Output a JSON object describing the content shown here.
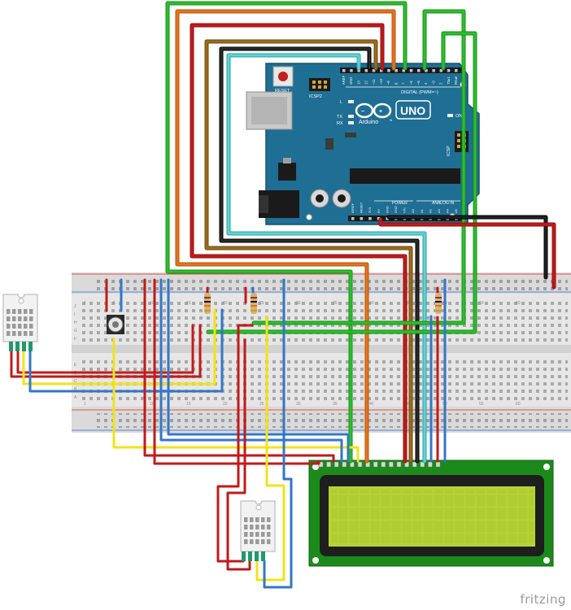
{
  "arduino": {
    "reset_label": "RESET",
    "icsp2_label": "ICSP2",
    "icsp_label": "ICSP",
    "logo_text": "UNO",
    "brand_text": "Arduino",
    "tm": "™",
    "digital_label": "DIGITAL (PWM=~)",
    "power_label": "POWER",
    "analog_label": "ANALOG IN",
    "l_label": "L",
    "tx_label": "TX",
    "rx_label": "RX",
    "on_label": "ON",
    "header_top": [
      "AREF",
      "GND",
      "13",
      "12",
      "~11",
      "~10",
      "~9",
      "8",
      "7",
      "~6",
      "~5",
      "4",
      "~3",
      "2",
      "TX▸1",
      "RX◂0"
    ],
    "header_bottom": [
      "IOREF",
      "RESET",
      "3V3",
      "5V",
      "GND",
      "GND",
      "VIN",
      "A0",
      "A1",
      "A2",
      "A3",
      "A4",
      "A5"
    ]
  },
  "breadboard": {
    "col_labels": [
      "1",
      "5",
      "10",
      "15",
      "20",
      "25",
      "30",
      "35",
      "40",
      "45",
      "50",
      "55",
      "60"
    ],
    "row_labels_top": [
      "J",
      "I",
      "H",
      "G",
      "F"
    ],
    "row_labels_bottom": [
      "E",
      "D",
      "C",
      "B",
      "A"
    ]
  },
  "brand": "fritzing",
  "colors": {
    "arduino": "#1f6e94",
    "lcd_board": "#1b8a1b",
    "lcd_screen": "#b6d334",
    "wire_red": "#c21a1a",
    "wire_blue": "#3277c6",
    "wire_yellow": "#f1e31a",
    "wire_green": "#2cbf2c",
    "wire_orange": "#e4731a",
    "wire_brown": "#9c6a1a",
    "wire_cyan": "#5fd3d3",
    "wire_black": "#151515"
  }
}
